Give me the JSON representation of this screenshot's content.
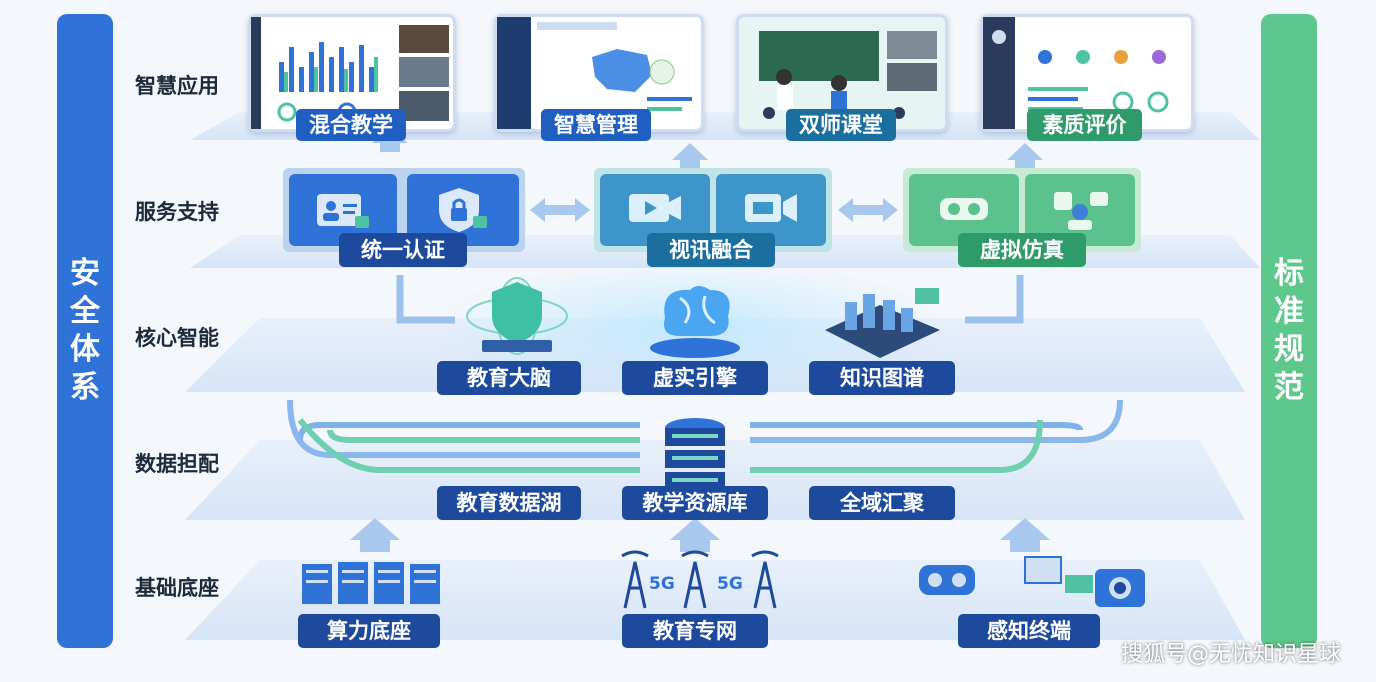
{
  "side": {
    "left": "安全体系",
    "right": "标准规范"
  },
  "layers": {
    "app": "智慧应用",
    "service": "服务支持",
    "core": "核心智能",
    "data": "数据担配",
    "base": "基础底座"
  },
  "apps": [
    "混合教学",
    "智慧管理",
    "双师课堂",
    "素质评价"
  ],
  "services": [
    "统一认证",
    "视讯融合",
    "虚拟仿真"
  ],
  "core": [
    "教育大脑",
    "虚实引擎",
    "知识图谱"
  ],
  "data": [
    "教育数据湖",
    "教学资源库",
    "全域汇聚"
  ],
  "base": [
    "算力底座",
    "教育专网",
    "感知终端"
  ],
  "base_labels": {
    "g1": "5G",
    "g2": "5G"
  },
  "watermark": "搜狐号@无忧知识星球",
  "colors": {
    "security": "#2f72d8",
    "standard": "#5ec88c",
    "pill": "#1d4a9c"
  }
}
